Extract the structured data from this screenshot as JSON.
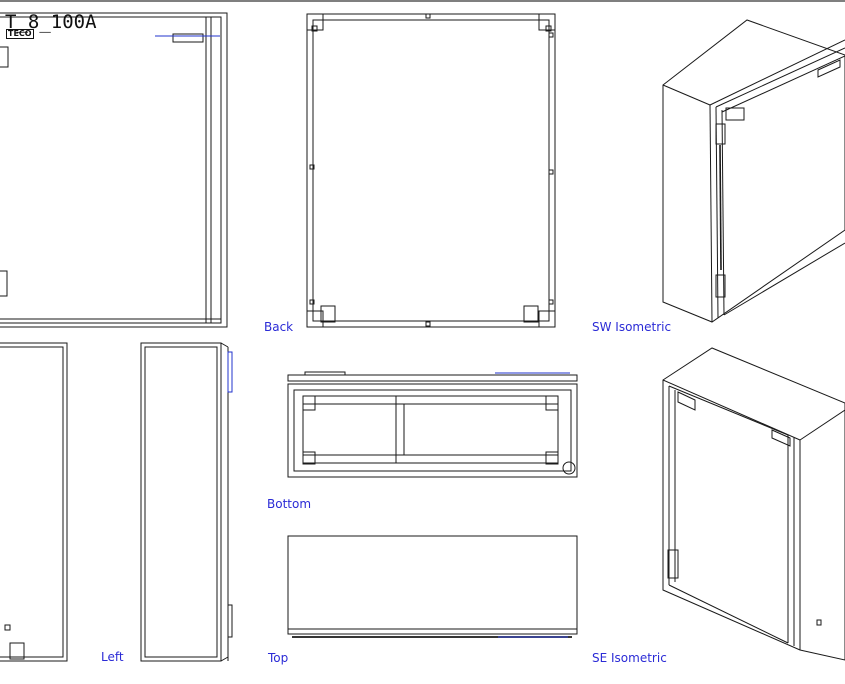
{
  "drawing": {
    "title_text": "T_8_100A",
    "brand": "TECO"
  },
  "views": {
    "back": "Back",
    "sw_isometric": "SW Isometric",
    "bottom": "Bottom",
    "left": "Left",
    "top": "Top",
    "se_isometric": "SE Isometric"
  },
  "colors": {
    "line": "#1a1a1a",
    "label": "#2b2bd6",
    "frame": "#555555",
    "accent": "#2233cc"
  }
}
